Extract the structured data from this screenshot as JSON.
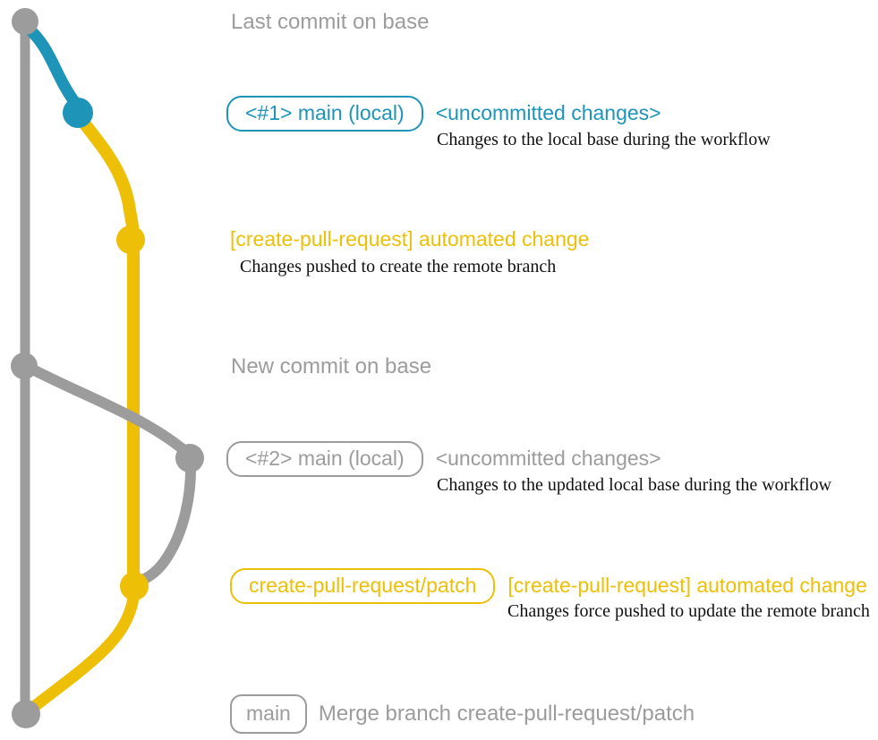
{
  "colors": {
    "gray": "#9c9c9c",
    "blue": "#1d94b8",
    "yellow": "#edc007",
    "description_text": "#111111",
    "background": "#ffffff"
  },
  "annotations": {
    "last_commit": "Last commit on base",
    "new_commit": "New commit on base"
  },
  "rows": {
    "r1": {
      "badge": "<#1> main (local)",
      "title": "<uncommitted changes>",
      "desc": "Changes to the local base during the workflow"
    },
    "r2": {
      "title": "[create-pull-request] automated change",
      "desc": "Changes pushed to create the remote branch"
    },
    "r3": {
      "badge": "<#2> main (local)",
      "title": "<uncommitted changes>",
      "desc": "Changes to the updated local base during the workflow"
    },
    "r4": {
      "badge": "create-pull-request/patch",
      "title": "[create-pull-request] automated change",
      "desc": "Changes force pushed to update the remote branch"
    },
    "r5": {
      "badge": "main",
      "label": "Merge branch create-pull-request/patch"
    }
  }
}
